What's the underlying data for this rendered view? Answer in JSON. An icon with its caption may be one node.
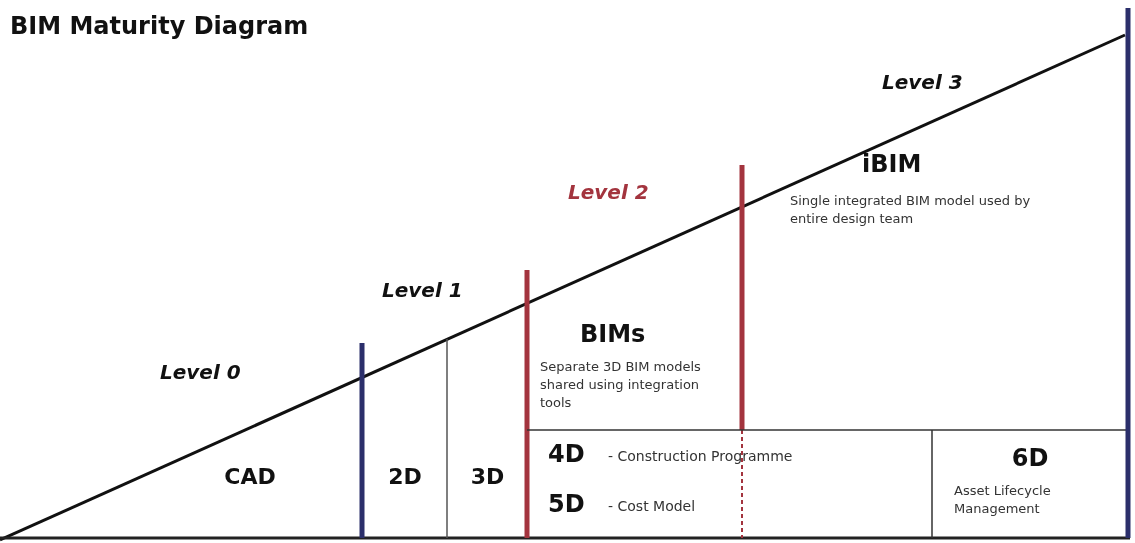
{
  "diagram": {
    "title": "BIM Maturity Diagram",
    "nodes": [
      {
        "text": [
          "CAD"
        ]
      },
      {
        "text": [
          "2D"
        ]
      },
      {
        "text": [
          "3D"
        ]
      },
      {
        "text": [
          "4D",
          "- Construction Programme",
          "5D",
          "- Cost Model"
        ]
      },
      {
        "text": [
          "6D",
          "Asset Lifecycle Management"
        ]
      }
    ],
    "edges": [],
    "labels": [
      "Level 3",
      "Level 2",
      "iBIM",
      "Single integrated BIM model used by entire design team",
      "Level 1",
      "BIMs",
      "Separate 3D BIM models shared using integration tools",
      "Level 0"
    ]
  }
}
